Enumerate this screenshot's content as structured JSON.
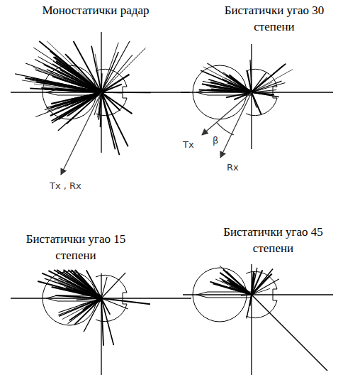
{
  "diagram": {
    "labels": [
      "Моностатички радар",
      "Бистатички угао 30 степени",
      "Tx , Rx",
      "Tx",
      "β",
      "Rx",
      "Бистатички угао 15 степени",
      "Бистатички угао 45 степени"
    ]
  }
}
